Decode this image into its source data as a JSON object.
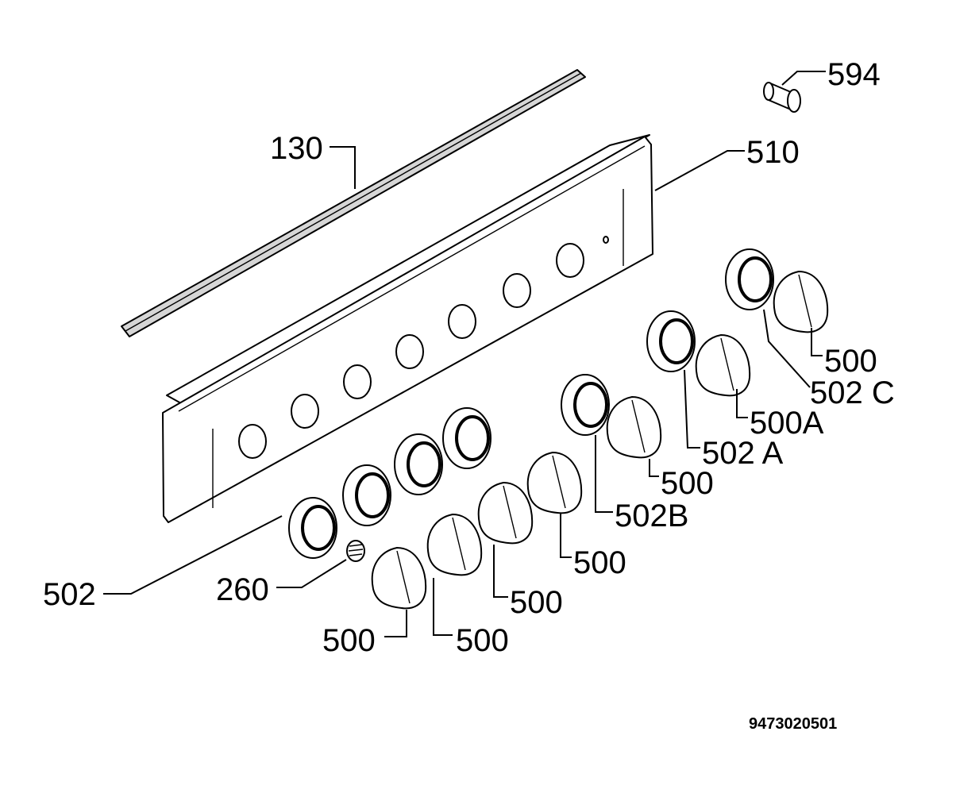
{
  "labels": {
    "l130": "130",
    "l594": "594",
    "l510": "510",
    "l500_top": "500",
    "l502c": "502 C",
    "l500a": "500A",
    "l502a": "502 A",
    "l500_m1": "500",
    "l502b": "502B",
    "l500_m2": "500",
    "l500_m3": "500",
    "l500_m4": "500",
    "l500_m5": "500",
    "l502": "502",
    "l260": "260"
  },
  "drawing_code": "9473020501"
}
